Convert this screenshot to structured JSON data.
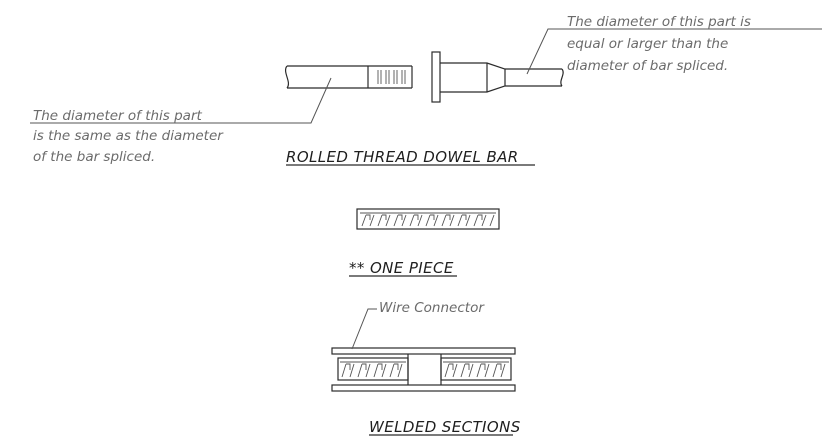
{
  "rolled_thread": {
    "note_right": [
      "The diameter of this part is",
      "equal or larger than the",
      "diameter of bar spliced."
    ],
    "note_left": [
      "The diameter of this part",
      "is the same as the diameter",
      "of the bar spliced."
    ],
    "title": "ROLLED THREAD DOWEL BAR"
  },
  "one_piece": {
    "title": "** ONE PIECE"
  },
  "welded_sections": {
    "connector_label": "Wire Connector",
    "title": "WELDED SECTIONS"
  }
}
